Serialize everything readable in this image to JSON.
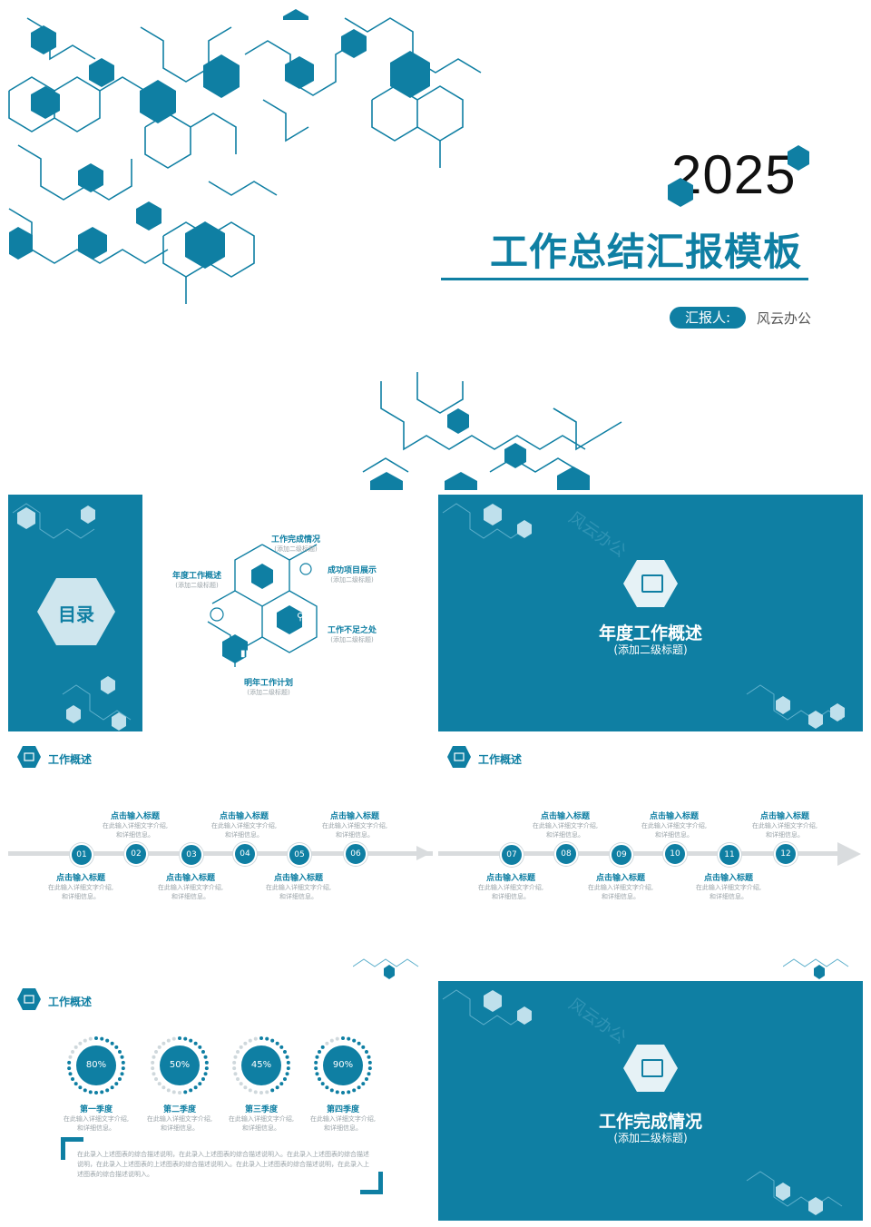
{
  "cover": {
    "year": "2025",
    "title": "工作总结汇报模板",
    "reporter_label": "汇报人:",
    "reporter_name": "风云办公"
  },
  "toc": {
    "heading": "目录",
    "items": [
      {
        "title": "工作完成情况",
        "sub": "(添加二级标题)"
      },
      {
        "title": "年度工作概述",
        "sub": "(添加二级标题)"
      },
      {
        "title": "成功项目展示",
        "sub": "(添加二级标题)"
      },
      {
        "title": "工作不足之处",
        "sub": "(添加二级标题)"
      },
      {
        "title": "明年工作计划",
        "sub": "(添加二级标题)"
      }
    ]
  },
  "section1": {
    "title": "年度工作概述",
    "sub": "(添加二级标题)",
    "watermark": "风云办公"
  },
  "section2": {
    "title": "工作完成情况",
    "sub": "(添加二级标题)",
    "watermark": "风云办公"
  },
  "timeline_left": {
    "header": "工作概述",
    "nodes": [
      {
        "num": "01",
        "title": "点击输入标题",
        "desc1": "在此输入详细文字介绍,",
        "desc2": "和详细信息。"
      },
      {
        "num": "02",
        "title": "点击输入标题",
        "desc1": "在此输入详细文字介绍,",
        "desc2": "和详细信息。"
      },
      {
        "num": "03",
        "title": "点击输入标题",
        "desc1": "在此输入详细文字介绍,",
        "desc2": "和详细信息。"
      },
      {
        "num": "04",
        "title": "点击输入标题",
        "desc1": "在此输入详细文字介绍,",
        "desc2": "和详细信息。"
      },
      {
        "num": "05",
        "title": "点击输入标题",
        "desc1": "在此输入详细文字介绍,",
        "desc2": "和详细信息。"
      },
      {
        "num": "06",
        "title": "点击输入标题",
        "desc1": "在此输入详细文字介绍,",
        "desc2": "和详细信息。"
      }
    ]
  },
  "timeline_right": {
    "header": "工作概述",
    "nodes": [
      {
        "num": "07",
        "title": "点击输入标题",
        "desc1": "在此输入详细文字介绍,",
        "desc2": "和详细信息。"
      },
      {
        "num": "08",
        "title": "点击输入标题",
        "desc1": "在此输入详细文字介绍,",
        "desc2": "和详细信息。"
      },
      {
        "num": "09",
        "title": "点击输入标题",
        "desc1": "在此输入详细文字介绍,",
        "desc2": "和详细信息。"
      },
      {
        "num": "10",
        "title": "点击输入标题",
        "desc1": "在此输入详细文字介绍,",
        "desc2": "和详细信息。"
      },
      {
        "num": "11",
        "title": "点击输入标题",
        "desc1": "在此输入详细文字介绍,",
        "desc2": "和详细信息。"
      },
      {
        "num": "12",
        "title": "点击输入标题",
        "desc1": "在此输入详细文字介绍,",
        "desc2": "和详细信息。"
      }
    ]
  },
  "quarters": {
    "header": "工作概述",
    "items": [
      {
        "pct": "80%",
        "value": 80,
        "title": "第一季度",
        "desc1": "在此输入详细文字介绍,",
        "desc2": "和详细信息。"
      },
      {
        "pct": "50%",
        "value": 50,
        "title": "第二季度",
        "desc1": "在此输入详细文字介绍,",
        "desc2": "和详细信息。"
      },
      {
        "pct": "45%",
        "value": 45,
        "title": "第三季度",
        "desc1": "在此输入详细文字介绍,",
        "desc2": "和详细信息。"
      },
      {
        "pct": "90%",
        "value": 90,
        "title": "第四季度",
        "desc1": "在此输入详细文字介绍,",
        "desc2": "和详细信息。"
      }
    ],
    "paragraph": "在此录入上述图表的综合描述说明，在此录入上述图表的综合描述说明入。在此录入上述图表的综合描述说明，在此录入上述图表的上述图表的综合描述说明入。在此录入上述图表的综合描述说明，在此录入上述图表的综合描述说明入。"
  },
  "colors": {
    "accent": "#0f7fa3",
    "light": "#cfe6ee"
  }
}
